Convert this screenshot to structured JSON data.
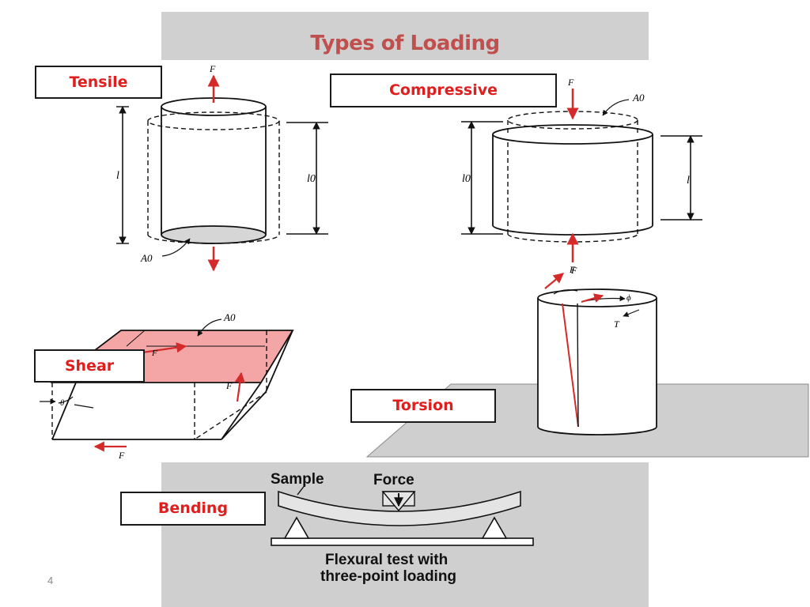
{
  "slide": {
    "title": "Types of Loading",
    "page_number": "4"
  },
  "labels": {
    "tensile": "Tensile",
    "compressive": "Compressive",
    "shear": "Shear",
    "torsion": "Torsion",
    "bending": "Bending"
  },
  "tensile_diagram": {
    "force": "F",
    "area": "A0",
    "length_left": "l",
    "length_right": "l0"
  },
  "compressive_diagram": {
    "force_top": "F",
    "force_bottom": "F",
    "area": "A0",
    "length_left": "l0",
    "length_right": "l"
  },
  "shear_diagram": {
    "area": "A0",
    "force_top": "F",
    "force_side": "F",
    "force_bottom": "F",
    "angle": "θ"
  },
  "torsion_diagram": {
    "force": "F",
    "torque": "T",
    "angle": "ϕ"
  },
  "bending_diagram": {
    "sample_label": "Sample",
    "force_label": "Force",
    "caption_line1": "Flexural test with",
    "caption_line2": "three-point loading"
  },
  "colors": {
    "title": "#c0504d",
    "label_text": "#e01e1e",
    "force_arrow": "#d42a2a",
    "shear_face": "#f4a6a6",
    "panel_gray": "#d0d0d0"
  }
}
